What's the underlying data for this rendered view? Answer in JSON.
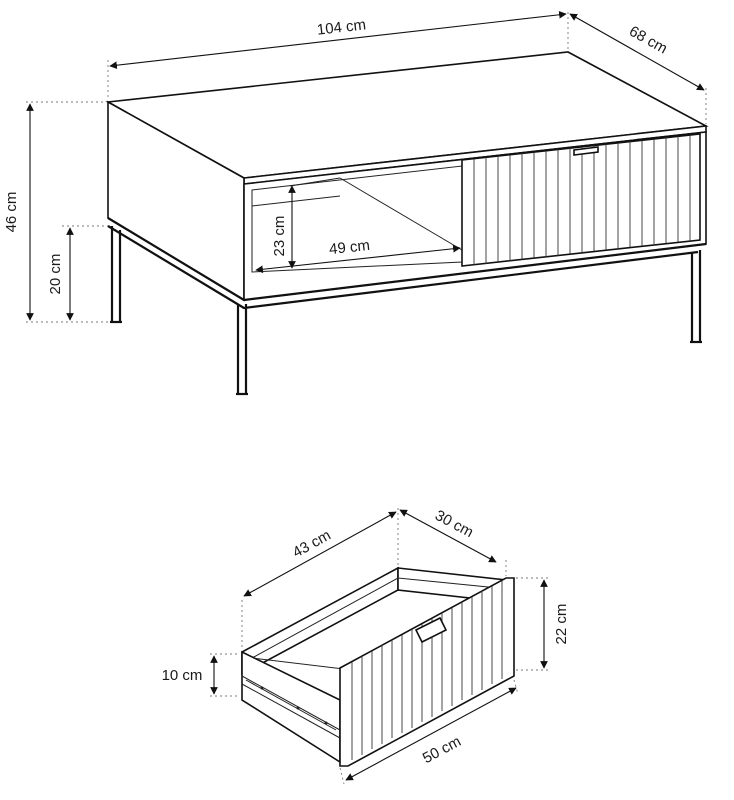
{
  "table": {
    "width_label": "104 cm",
    "depth_label": "68 cm",
    "height_label": "46 cm",
    "leg_height_label": "20 cm",
    "shelf_height_label": "23 cm",
    "shelf_width_label": "49 cm"
  },
  "drawer": {
    "width_label": "43 cm",
    "depth_label": "30 cm",
    "front_height_label": "22 cm",
    "side_height_label": "10 cm",
    "front_width_label": "50 cm"
  },
  "colors": {
    "line": "#111111",
    "dim_guide": "#777777",
    "background": "#ffffff"
  }
}
